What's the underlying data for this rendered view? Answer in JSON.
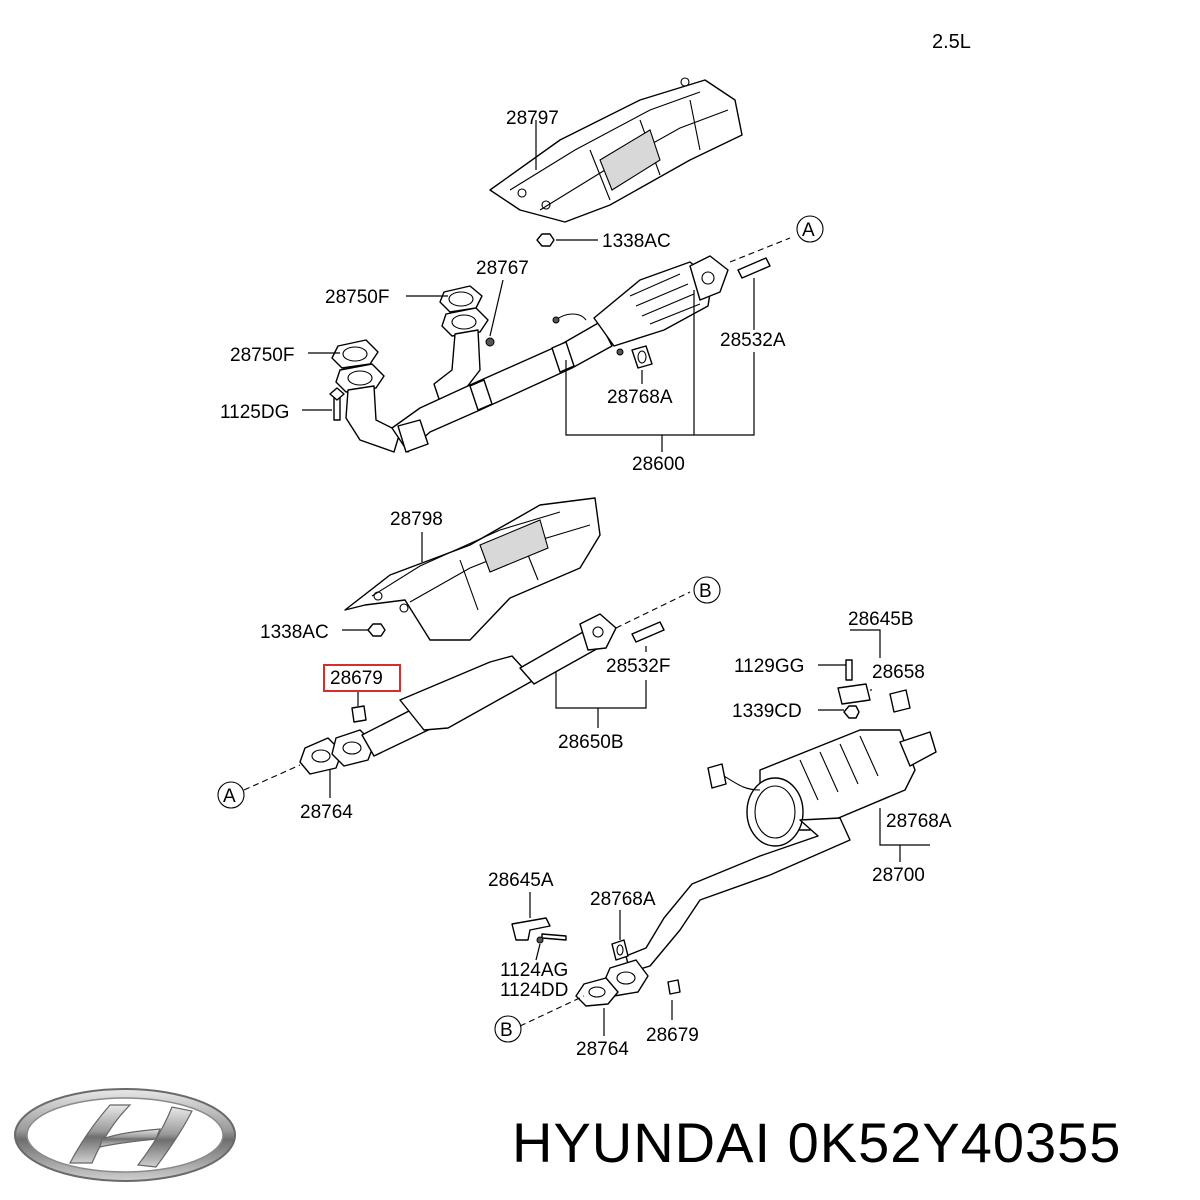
{
  "diagram": {
    "engine_label": "2.5L",
    "circle_markers": [
      "A",
      "B"
    ],
    "highlight_color": "#d32f2f",
    "labels": {
      "p28797": "28797",
      "p1338AC_top": "1338AC",
      "p28767": "28767",
      "p28750F_a": "28750F",
      "p28750F_b": "28750F",
      "p1125DG": "1125DG",
      "p28532A": "28532A",
      "p28768A_top": "28768A",
      "p28600": "28600",
      "p28798": "28798",
      "p1338AC_mid": "1338AC",
      "p28532F": "28532F",
      "p28679_boxed": "28679",
      "p28650B": "28650B",
      "p28764_mid": "28764",
      "p28645B": "28645B",
      "p1129GG": "1129GG",
      "p28658": "28658",
      "p1339CD": "1339CD",
      "p28768A_right": "28768A",
      "p28700": "28700",
      "p28645A": "28645A",
      "p28768A_low": "28768A",
      "p1124AG": "1124AG",
      "p1124DD": "1124DD",
      "p28764_low": "28764",
      "p28679_low": "28679"
    }
  },
  "caption": {
    "brand": "HYUNDAI",
    "part_number": "0K52Y40355",
    "logo": "hyundai-logo"
  }
}
